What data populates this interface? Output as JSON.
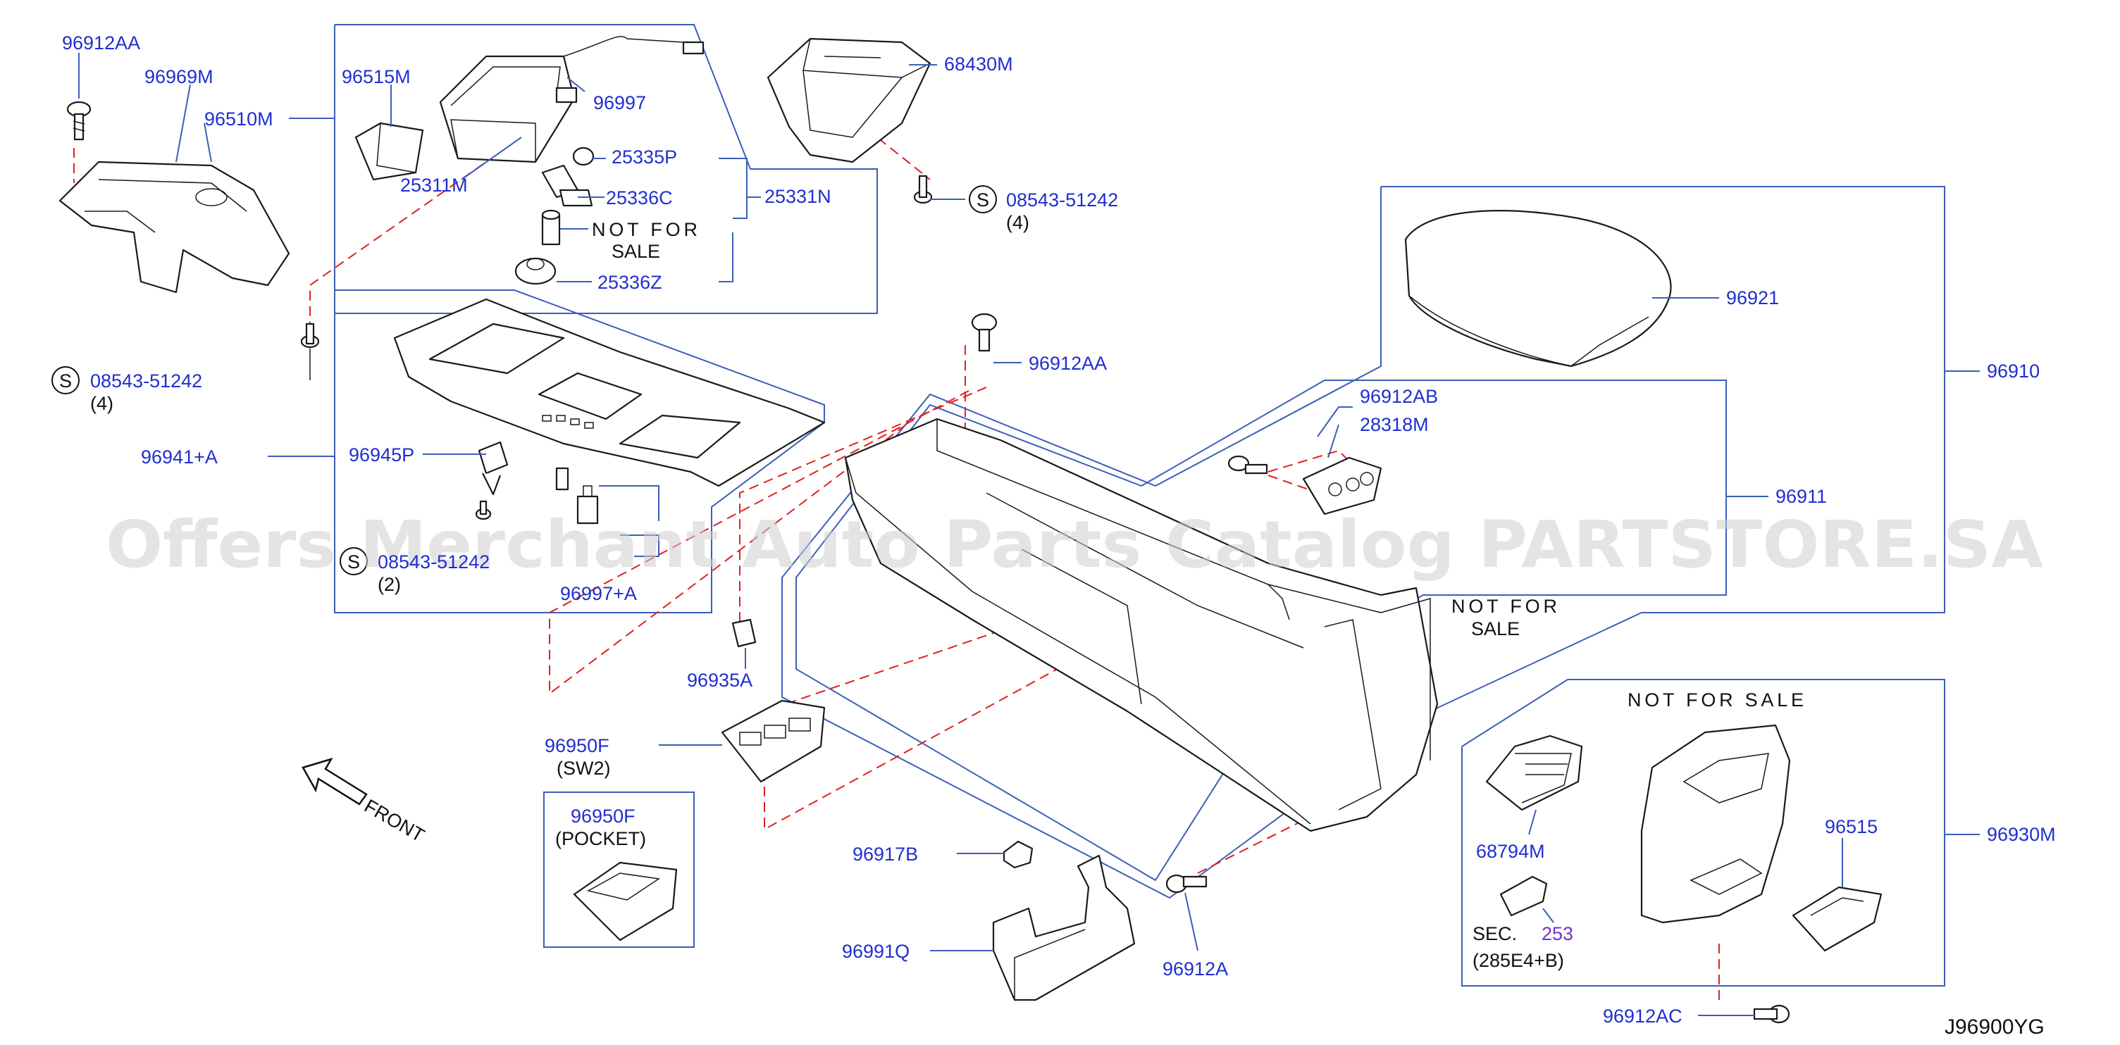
{
  "labels": {
    "p96912AA_top": "96912AA",
    "p96969M": "96969M",
    "p96510M": "96510M",
    "p96515M": "96515M",
    "p96997": "96997",
    "p25311M": "25311M",
    "p25335P": "25335P",
    "p25336C": "25336C",
    "p25331N": "25331N",
    "p25336Z": "25336Z",
    "p68430M": "68430M",
    "p08543_top": "08543-51242",
    "p08543_left": "08543-51242",
    "p08543_mid": "08543-51242",
    "p96941A": "96941+A",
    "p96945P": "96945P",
    "p96997A": "96997+A",
    "p96935A": "96935A",
    "p96950F_a": "96950F",
    "p96950F_b": "96950F",
    "p96917B": "96917B",
    "p96991Q": "96991Q",
    "p96912A": "96912A",
    "p96912AA_mid": "96912AA",
    "p96912AB": "96912AB",
    "p28318M": "28318M",
    "p96921": "96921",
    "p96910": "96910",
    "p96911": "96911",
    "p68794M": "68794M",
    "p96515": "96515",
    "p96930M": "96930M",
    "p96912AC": "96912AC",
    "sec_prefix": "SEC.",
    "sec_num": "253",
    "sec_ref": "(285E4+B)"
  },
  "qty": {
    "top": "(4)",
    "left": "(4)",
    "mid": "(2)"
  },
  "s_symbol": "S",
  "notes": {
    "not_for_sale_1a": "NOT FOR",
    "not_for_sale_1b": "SALE",
    "not_for_sale_2a": "NOT FOR",
    "not_for_sale_2b": "SALE",
    "not_for_sale_3": "NOT FOR SALE",
    "sw2": "(SW2)",
    "pocket": "(POCKET)",
    "front": "FRONT"
  },
  "watermark": "Offers Merchant Auto Parts Catalog PARTSTORE.SA",
  "diagram_code": "J96900YG",
  "colors": {
    "label_blue": "#1f2fd0",
    "box_blue": "#3a5fb8",
    "dash_red": "#e02020",
    "purple": "#7a2fd0"
  }
}
